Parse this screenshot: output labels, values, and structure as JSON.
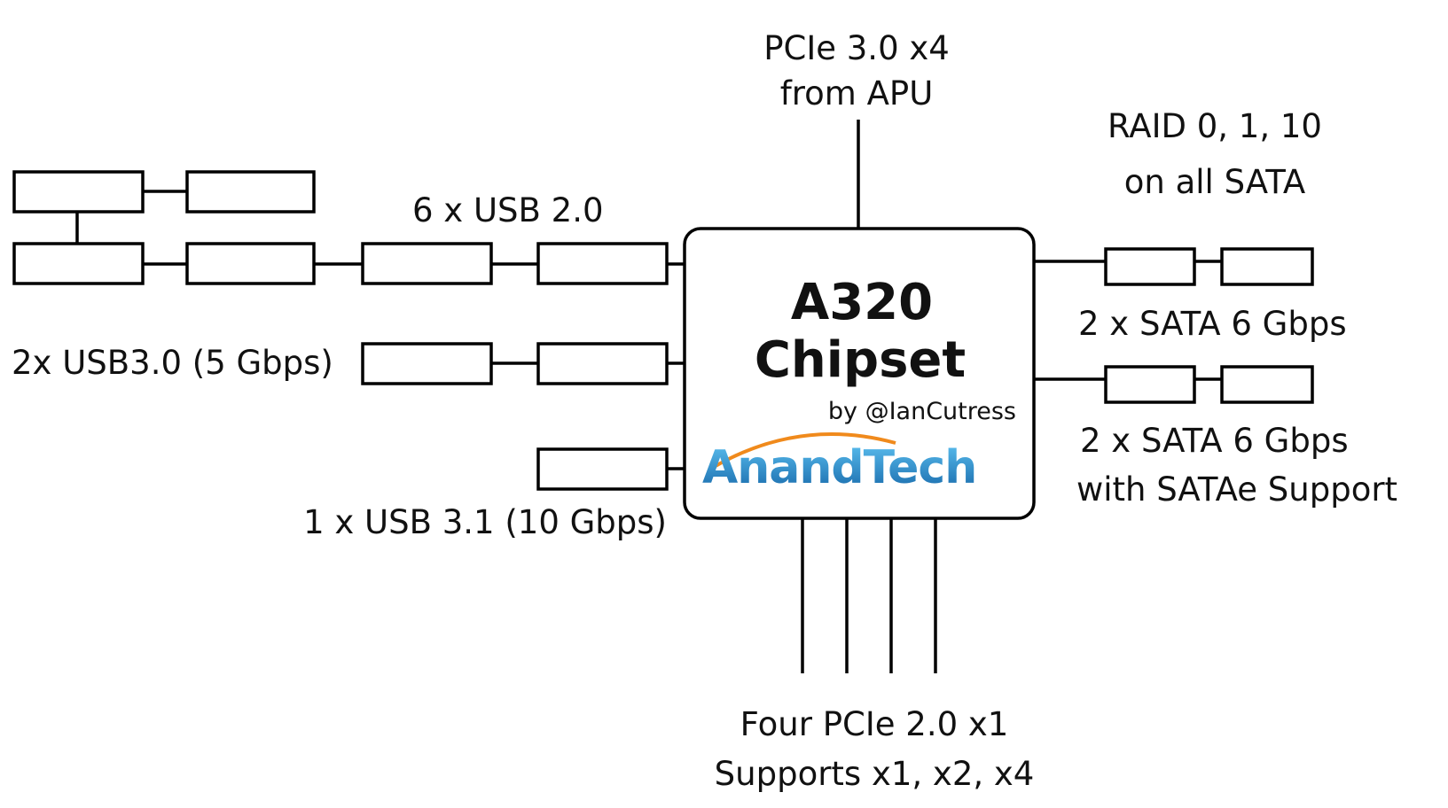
{
  "chip": {
    "name_line1": "A320",
    "name_line2": "Chipset",
    "credit": "by @IanCutress",
    "logo": "AnandTech"
  },
  "labels": {
    "pcie_up_line1": "PCIe 3.0 x4",
    "pcie_up_line2": "from APU",
    "raid_line1": "RAID 0, 1, 10",
    "raid_line2": "on all SATA",
    "usb2": "6 x USB 2.0",
    "usb3": "2x USB3.0 (5 Gbps)",
    "usb31": "1 x USB 3.1 (10 Gbps)",
    "sata1": "2 x SATA 6 Gbps",
    "sata2_line1": "2 x SATA 6 Gbps",
    "sata2_line2": "with SATAe Support",
    "pcie_down_line1": "Four PCIe 2.0 x1",
    "pcie_down_line2": "Supports x1, x2, x4"
  },
  "colors": {
    "line": "#000000",
    "text": "#111111",
    "logo_blue": "#1e7fc4",
    "logo_orange": "#f08a1c"
  }
}
